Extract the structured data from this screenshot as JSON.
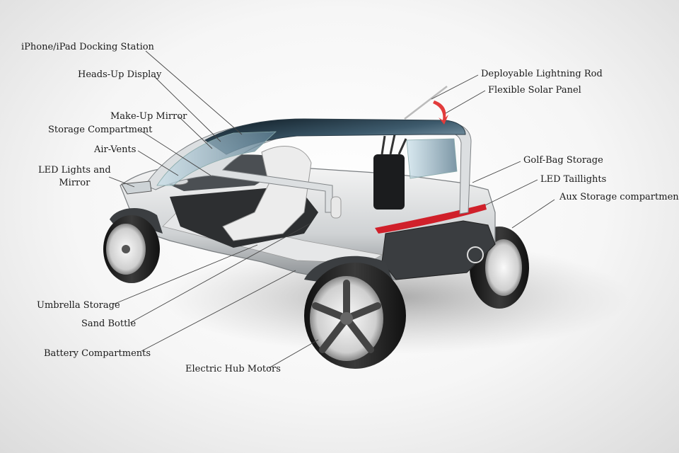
{
  "labels": {
    "iphone_dock": "iPhone/iPad Docking Station",
    "heads_up": "Heads-Up Display",
    "makeup_mirror": "Make-Up Mirror",
    "storage_compartment": "Storage Compartment",
    "air_vents": "Air-Vents",
    "led_lights_mirror_1": "LED Lights and",
    "led_lights_mirror_2": "Mirror",
    "umbrella": "Umbrella Storage",
    "sand_bottle": "Sand Bottle",
    "battery": "Battery Compartments",
    "hub_motors": "Electric Hub Motors",
    "lightning_rod": "Deployable Lightning Rod",
    "solar_panel": "Flexible Solar Panel",
    "golf_bag": "Golf-Bag Storage",
    "taillights": "LED Taillights",
    "aux_storage": "Aux Storage compartment"
  }
}
